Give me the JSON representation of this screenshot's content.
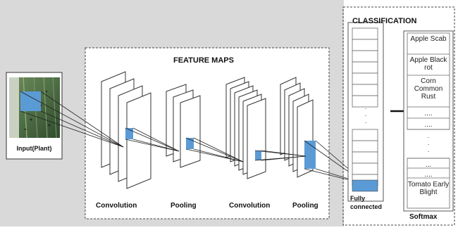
{
  "diagram": {
    "feature_maps_title": "FEATURE MAPS",
    "classification_title": "CLASSIFICATION",
    "input_label": "Input(Plant)",
    "stage_labels": {
      "conv1": "Convolution",
      "pool1": "Pooling",
      "conv2": "Convolution",
      "pool2": "Pooling"
    },
    "fully_connected_label": "Fully connected",
    "softmax_label": "Softmax",
    "softmax_classes": [
      "Apple Scab",
      "Apple Black rot",
      "Corn Common Rust",
      "....",
      "....",
      "...",
      "....",
      "Tomato Early Blight"
    ],
    "colors": {
      "background": "#d9d9d9",
      "highlight": "#5b9bd5",
      "leaf": "#4e6e45"
    }
  }
}
